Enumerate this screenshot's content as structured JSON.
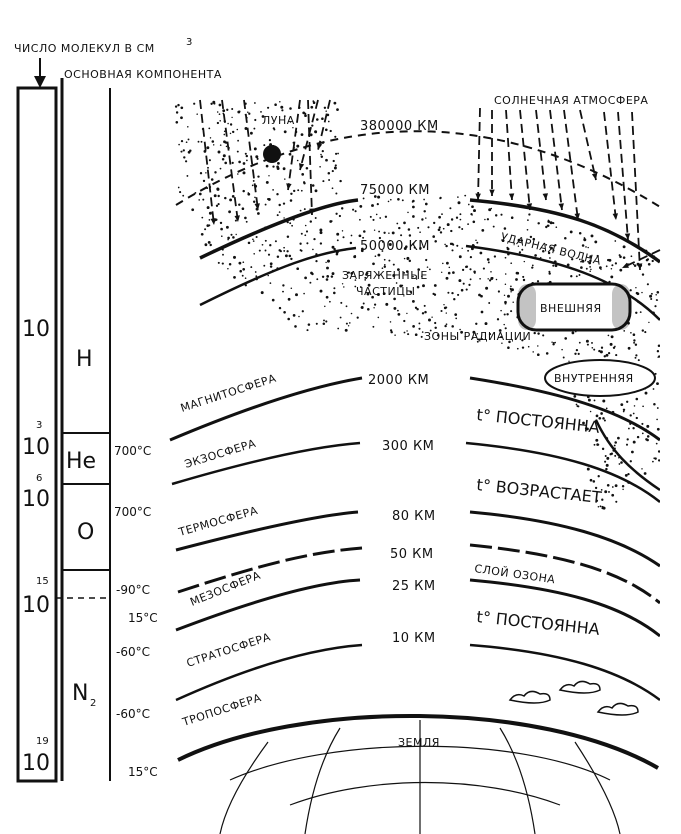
{
  "header": {
    "molecule_count_label": "ЧИСЛО МОЛЕКУЛ  В  СМ",
    "molecule_count_exp": "3",
    "main_component_label": "ОСНОВНАЯ  КОМПОНЕНТА"
  },
  "density_column": {
    "values": [
      {
        "base": "10",
        "exp": ""
      },
      {
        "base": "10",
        "exp": "3"
      },
      {
        "base": "10",
        "exp": "6"
      },
      {
        "base": "10",
        "exp": "15"
      },
      {
        "base": "10",
        "exp": "19"
      }
    ]
  },
  "component_column": {
    "items": [
      {
        "label": "H"
      },
      {
        "label": "He"
      },
      {
        "label": "O"
      },
      {
        "label": "N",
        "sub": "2"
      }
    ]
  },
  "temperatures": [
    {
      "label": "700°C"
    },
    {
      "label": "700°C"
    },
    {
      "label": "-90°C"
    },
    {
      "label": "15°C"
    },
    {
      "label": "-60°C"
    },
    {
      "label": "-60°C"
    },
    {
      "label": "15°C"
    }
  ],
  "layers": {
    "magnetosphere": "МАГНИТОСФЕРА",
    "exosphere": "ЭКЗОСФЕРА",
    "thermosphere": "ТЕРМОСФЕРА",
    "mesosphere": "МЕЗОСФЕРА",
    "stratosphere": "СТРАТОСФЕРА",
    "troposphere": "ТРОПОСФЕРА",
    "earth": "ЗЕМЛЯ"
  },
  "altitudes": {
    "moon_orbit": "380000 КМ",
    "a75000": "75000 КМ",
    "a50000": "50000 КМ",
    "a2000": "2000 КМ",
    "a300": "300 КМ",
    "a80": "80 КМ",
    "a50": "50 КМ",
    "a25": "25 КМ",
    "a10": "10 КМ"
  },
  "annotations": {
    "moon": "ЛУНА",
    "solar_atmosphere": "СОЛНЕЧНАЯ  АТМОСФЕРА",
    "shock_wave": "УДАРНАЯ  ВОЛНА",
    "charged_particles_1": "ЗАРЯЖЕННЫЕ",
    "charged_particles_2": "ЧАСТИЦЫ",
    "radiation_zones": "ЗОНЫ  РАДИАЦИИ",
    "outer_zone": "ВНЕШНЯЯ",
    "inner_zone": "ВНУТРЕННЯЯ",
    "ozone_layer": "СЛОЙ  ОЗОНА",
    "t_constant_1": "t° ПОСТОЯННА",
    "t_increases": "t° ВОЗРАСТАЕТ",
    "t_constant_2": "t° ПОСТОЯННА"
  },
  "colors": {
    "ink": "#111111",
    "paper": "#ffffff"
  }
}
